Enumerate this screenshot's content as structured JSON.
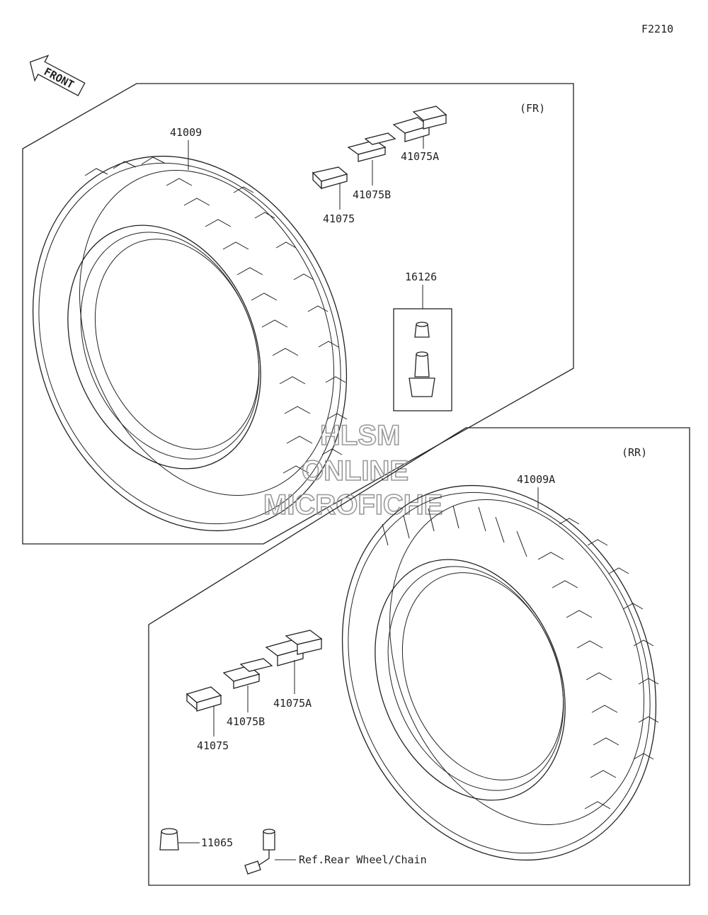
{
  "figure_code": "F2210",
  "front_label": "FRONT",
  "sections": {
    "front": "(FR)",
    "rear": "(RR)"
  },
  "parts": {
    "front_tire": "41009",
    "front_weight": "41075",
    "front_weight_b": "41075B",
    "front_weight_a": "41075A",
    "front_valve": "16126",
    "rear_tire": "41009A",
    "rear_weight": "41075",
    "rear_weight_b": "41075B",
    "rear_weight_a": "41075A",
    "rear_cap": "11065",
    "rear_ref": "Ref.Rear Wheel/Chain"
  },
  "watermark": {
    "line1": "HLSM",
    "line2": "ONLINE",
    "line3": "MICROFICHE"
  }
}
